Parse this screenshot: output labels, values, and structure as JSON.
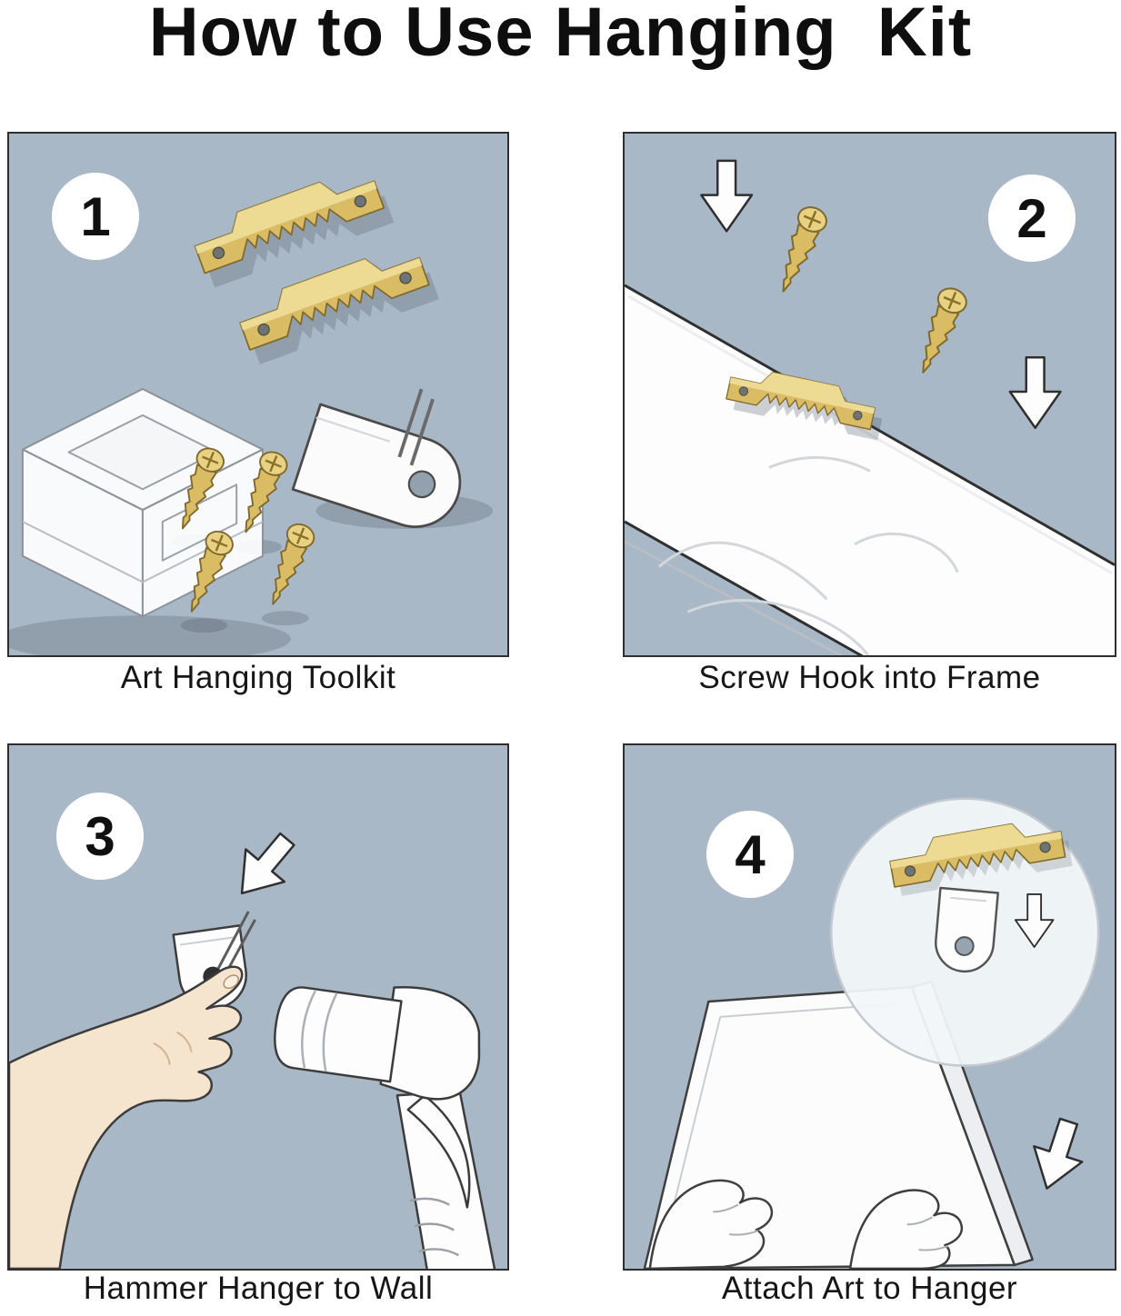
{
  "title": "How to Use Hanging  Kit",
  "steps": [
    {
      "number": "1",
      "caption": "Art Hanging Toolkit"
    },
    {
      "number": "2",
      "caption": "Screw Hook into Frame"
    },
    {
      "number": "3",
      "caption": "Hammer Hanger to Wall"
    },
    {
      "number": "4",
      "caption": "Attach Art to Hanger"
    }
  ],
  "colors": {
    "panel_background": "#a9b8c6",
    "brass": "#d9bc64",
    "brass_highlight": "#f0e09c",
    "outline": "#2f2f2f",
    "skin": "#f5e4ce",
    "white": "#fdfdfe"
  }
}
